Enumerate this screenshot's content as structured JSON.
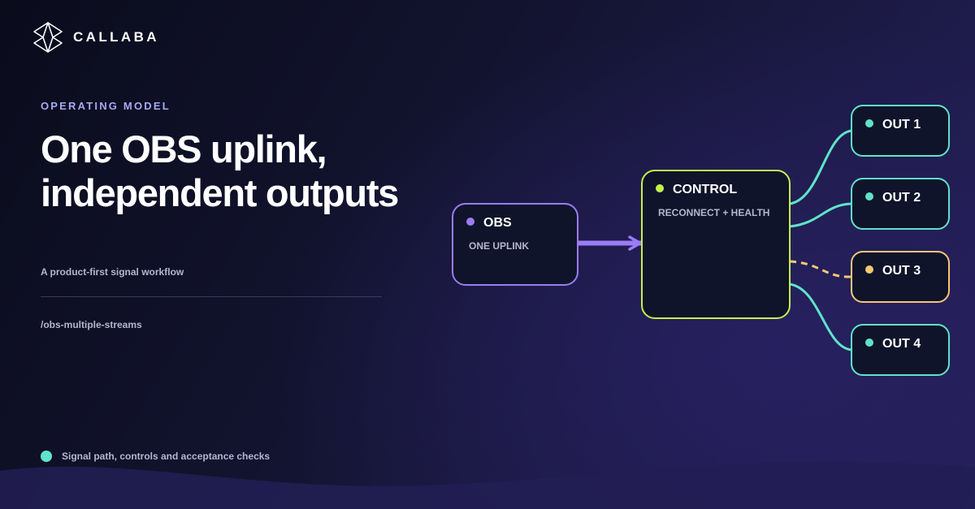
{
  "brand": {
    "name": "CALLABA"
  },
  "hero": {
    "eyebrow": "OPERATING MODEL",
    "headline_line1": "One OBS uplink,",
    "headline_line2": "independent outputs",
    "subline": "A product-first signal workflow",
    "path": "/obs-multiple-streams"
  },
  "footer": {
    "text": "Signal path, controls and acceptance checks"
  },
  "diagram": {
    "source": {
      "title": "OBS",
      "subtitle": "ONE UPLINK",
      "color": "#9a7cf5"
    },
    "control": {
      "title": "CONTROL",
      "subtitle": "RECONNECT + HEALTH",
      "color": "#c5f04d"
    },
    "outputs": [
      {
        "label": "OUT 1",
        "color": "#5fe3c9",
        "link": "solid"
      },
      {
        "label": "OUT 2",
        "color": "#5fe3c9",
        "link": "solid"
      },
      {
        "label": "OUT 3",
        "color": "#f6c774",
        "link": "dashed"
      },
      {
        "label": "OUT 4",
        "color": "#5fe3c9",
        "link": "solid"
      }
    ]
  }
}
